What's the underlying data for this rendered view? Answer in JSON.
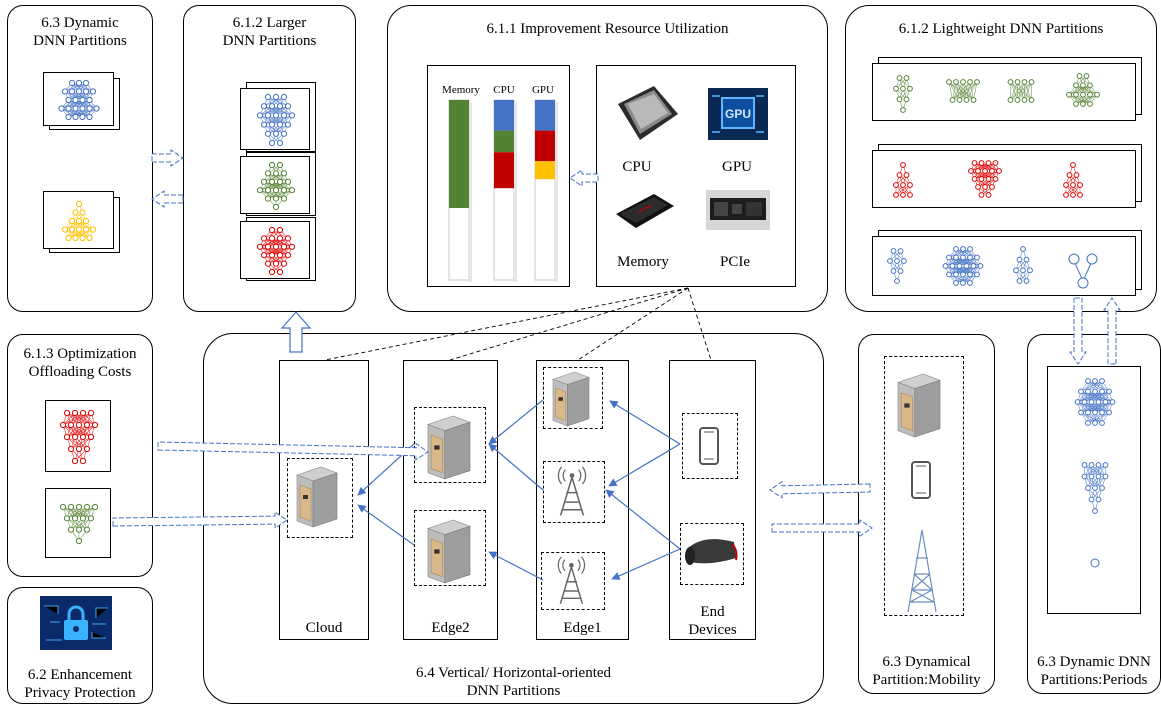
{
  "panels": {
    "dynamic_partitions": "6.3 Dynamic\nDNN Partitions",
    "larger_partitions": "6.1.2 Larger\nDNN Partitions",
    "resource_utilization": "6.1.1 Improvement Resource Utilization",
    "lightweight_partitions": "6.1.2 Lightweight DNN Partitions",
    "offloading_costs": "6.1.3 Optimization\nOffloading Costs",
    "privacy": "6.2 Enhancement\nPrivacy Protection",
    "vertical_horizontal": "6.4 Vertical/ Horizontal-oriented\nDNN Partitions",
    "mobility": "6.3 Dynamical\nPartition:Mobility",
    "periods": "6.3 Dynamic DNN\nPartitions:Periods"
  },
  "resource_bars": {
    "labels": [
      "Memory",
      "CPU",
      "GPU"
    ],
    "memory_fill": 0.6,
    "cpu_segments": [
      {
        "color": "#4472c4",
        "fraction": 0.17
      },
      {
        "color": "#548235",
        "fraction": 0.12
      },
      {
        "color": "#c00000",
        "fraction": 0.2
      }
    ],
    "gpu_segments": [
      {
        "color": "#4472c4",
        "fraction": 0.17
      },
      {
        "color": "#c00000",
        "fraction": 0.17
      },
      {
        "color": "#ffc000",
        "fraction": 0.1
      }
    ]
  },
  "hardware": [
    "CPU",
    "GPU",
    "Memory",
    "PCIe"
  ],
  "tiers": [
    "Cloud",
    "Edge2",
    "Edge1",
    "End\nDevices"
  ],
  "colors": {
    "blue": "#4472c4",
    "green": "#548235",
    "red": "#e00000",
    "yellow": "#ffc000",
    "arrow": "#4472c4"
  }
}
